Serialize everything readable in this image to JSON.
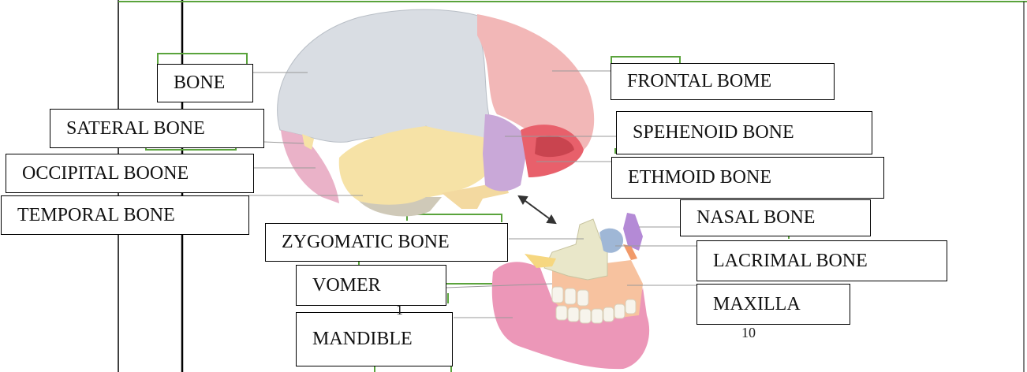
{
  "labels": {
    "bone": "BONE",
    "sateral": "SATERAL BONE",
    "occipital": "OCCIPITAL BOONE",
    "temporal": "TEMPORAL BONE",
    "zygomatic": "ZYGOMATIC BONE",
    "vomer": "VOMER",
    "mandible": "MANDIBLE",
    "frontal": "FRONTAL BOME",
    "sphenoid": "SPEHENOID BONE",
    "ethmoid": "ETHMOID BONE",
    "nasal": "NASAL BONE",
    "lacrimal": "LACRIMAL BONE",
    "maxilla": "MAXILLA"
  },
  "page_numbers": {
    "left": "1",
    "right": "10"
  },
  "colors": {
    "parietal": "#d9dde3",
    "frontal": "#f2b7b7",
    "temporal": "#f6e2a6",
    "sphenoid": "#c9a8d8",
    "ethmoid": "#e8606b",
    "zygomatic": "#e9e7c9",
    "maxilla": "#f7c29f",
    "mandible": "#ec97b8",
    "nasal": "#b48ad6",
    "lacrimal": "#9fb7d6",
    "green_frame": "#5aa33c"
  }
}
